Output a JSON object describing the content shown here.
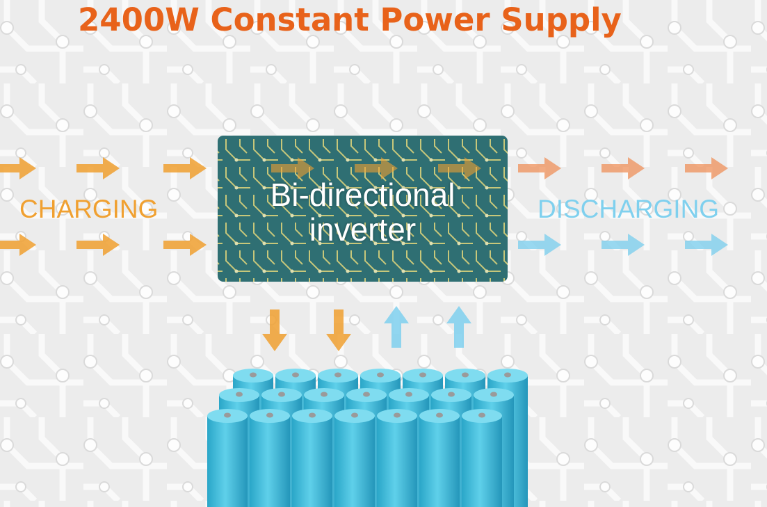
{
  "title": "2400W Constant Power Supply",
  "labels": {
    "charging": "CHARGING",
    "discharging": "DISCHARGING",
    "inverter_line1": "Bi-directional",
    "inverter_line2": "inverter"
  },
  "colors": {
    "title": "#e8621a",
    "charging": "#f0a030",
    "discharging": "#7fd0ee",
    "battery": "#3ab8d8",
    "inverter_board": "#2f6f73"
  },
  "battery_grid": {
    "rows": 3,
    "columns": 7
  }
}
